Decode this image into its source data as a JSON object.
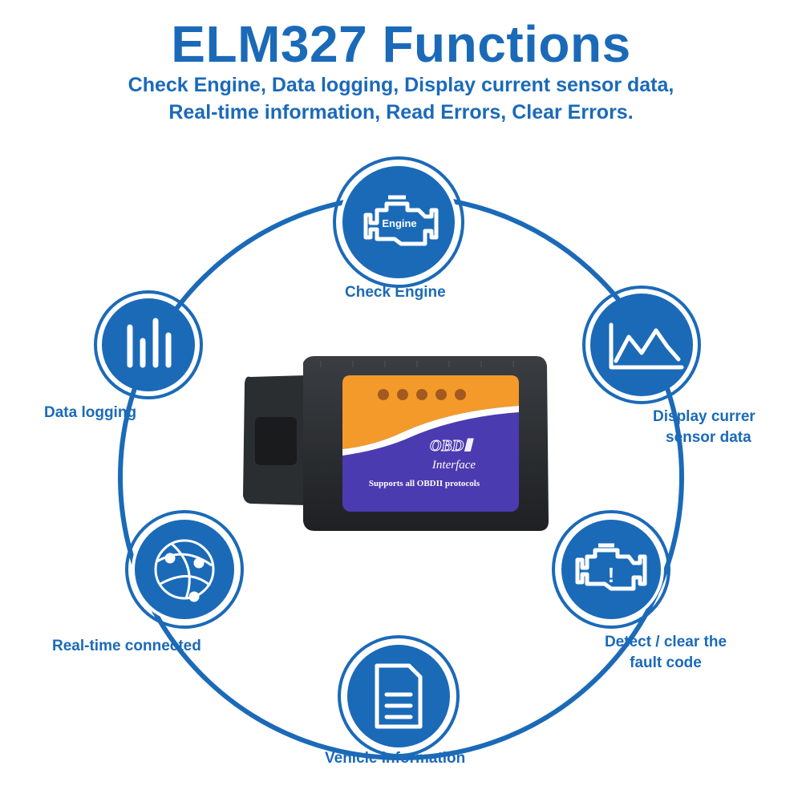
{
  "header": {
    "title": "ELM327 Functions",
    "subtitle_line1": "Check Engine, Data logging, Display current sensor data,",
    "subtitle_line2": "Real-time information, Read Errors, Clear Errors."
  },
  "nodes": {
    "check_engine": {
      "label": "Check Engine",
      "icon": "engine-icon",
      "icon_text": "Engine"
    },
    "data_logging": {
      "label": "Data logging",
      "icon": "bar-chart-icon"
    },
    "display_sensor": {
      "label_line1": "Display currer",
      "label_line2": "sensor data",
      "icon": "line-chart-icon"
    },
    "realtime": {
      "label": "Real-time connected",
      "icon": "globe-network-icon"
    },
    "detect_fault": {
      "label_line1": "Detect / clear the",
      "label_line2": "fault code",
      "icon": "engine-warning-icon",
      "icon_text": "!"
    },
    "vehicle_info": {
      "label": "Vehicle information",
      "icon": "document-icon"
    }
  },
  "device": {
    "top_label": "OBDⅡ",
    "interface_label": "Interface",
    "protocols_label": "Supports all OBDII protocols"
  },
  "colors": {
    "brand_blue": "#1b6ab8",
    "device_orange": "#f39a2b",
    "device_purple": "#4b3bb0",
    "device_body": "#2a2d30"
  }
}
